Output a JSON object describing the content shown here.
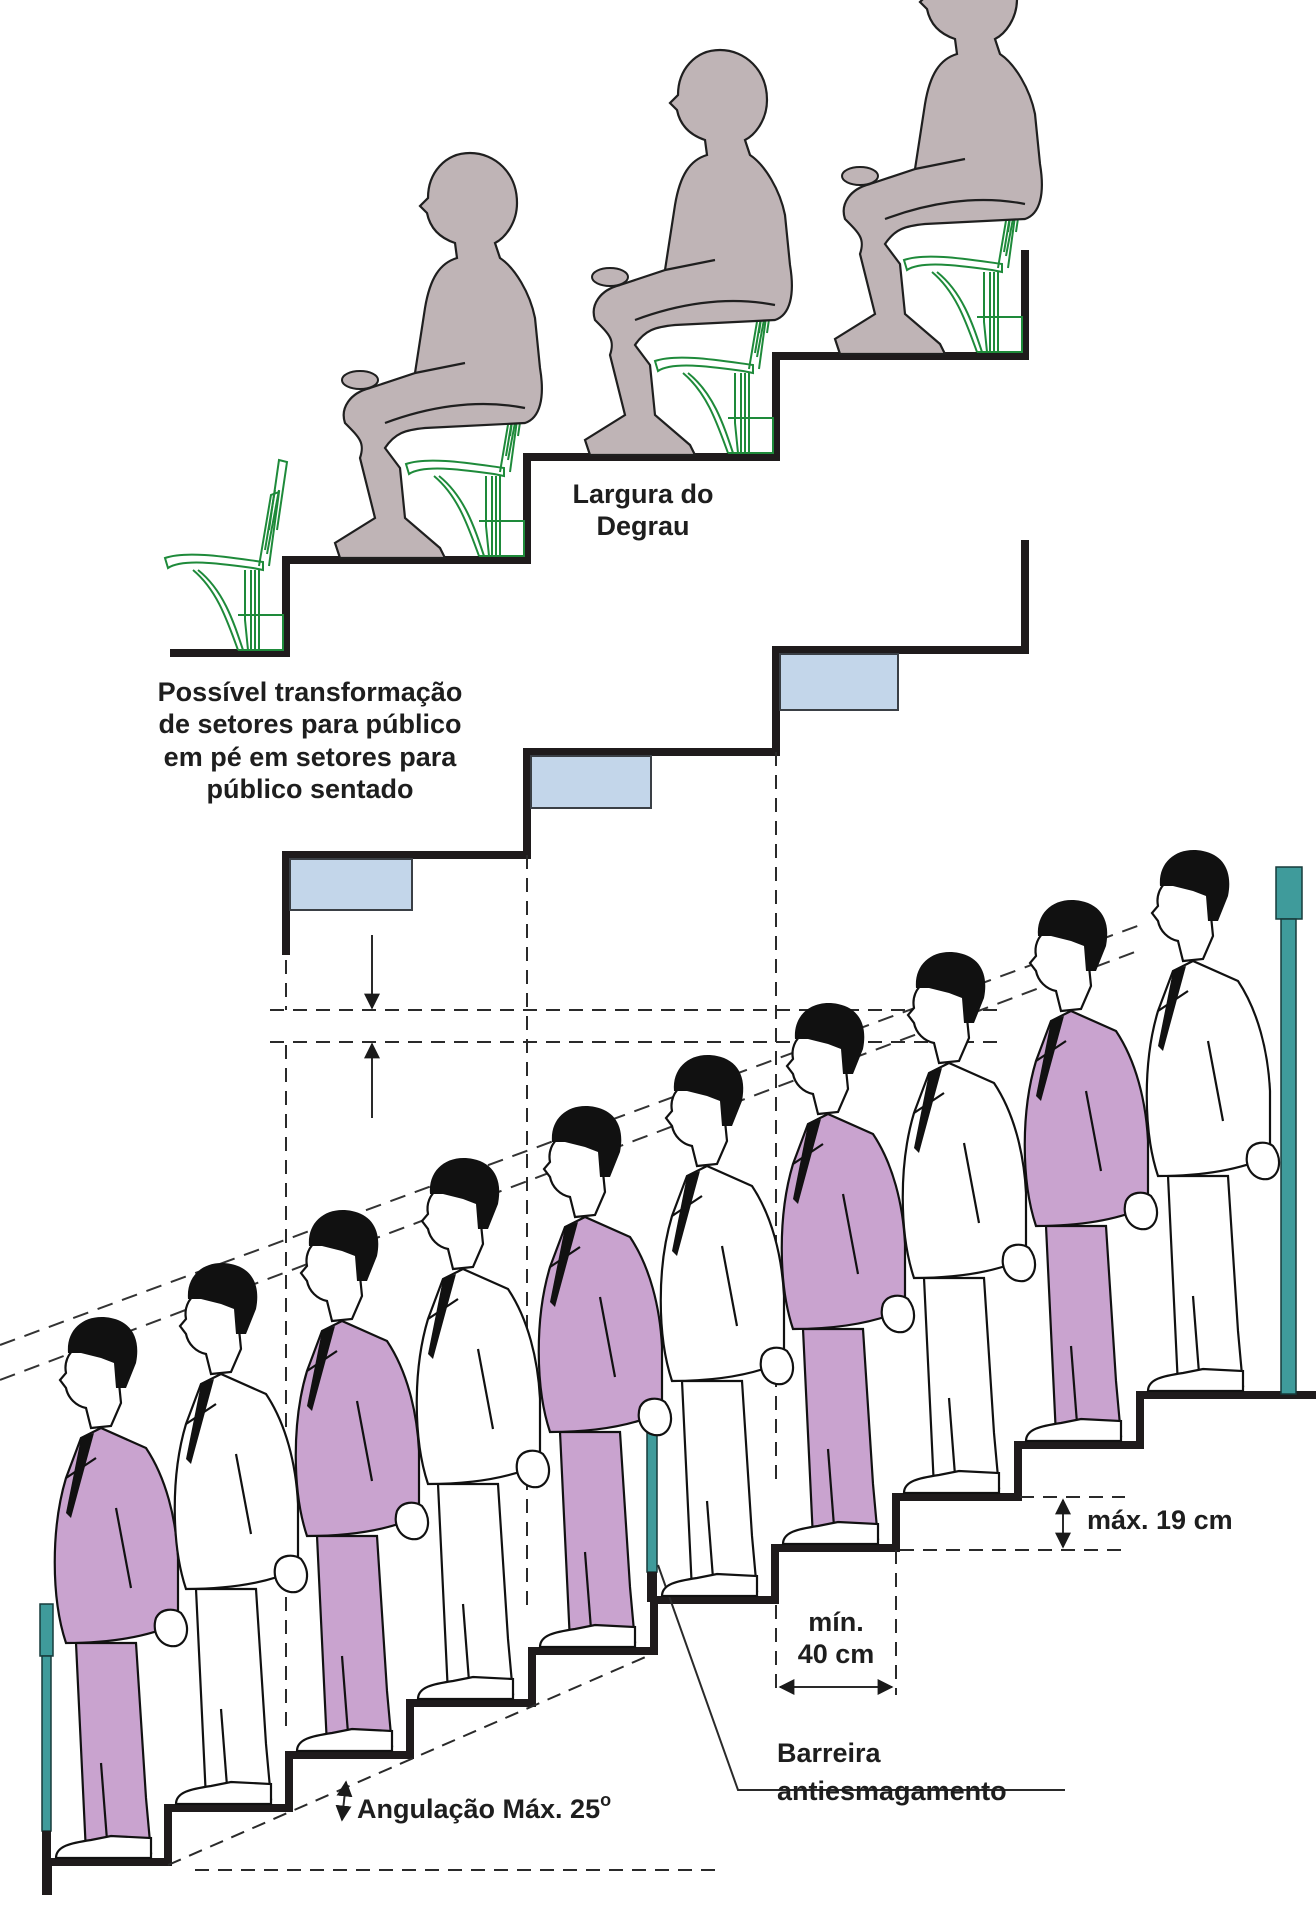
{
  "labels": {
    "step_width": [
      "Largura do",
      "Degrau"
    ],
    "conversion": [
      "Possível transformação",
      "de setores para público",
      "em pé em setores para",
      "público sentado"
    ],
    "max_riser": "máx. 19 cm",
    "min_tread": [
      "mín.",
      "40 cm"
    ],
    "barrier": [
      "Barreira",
      "antiesmagamento"
    ],
    "max_angle": "Angulação Máx. 25",
    "degree_symbol": "o"
  },
  "colors": {
    "stair": "#1f1b1c",
    "chair": "#1e8a3a",
    "seated_figure": "#bfb4b6",
    "suit_purple": "#c9a3cf",
    "suit_white": "#ffffff",
    "seat_block": "#c3d6ea",
    "barrier": "#3f9b9b"
  },
  "figures": {
    "seated_count": 3,
    "standing": [
      "purple",
      "white",
      "purple",
      "white",
      "purple",
      "white",
      "purple",
      "white",
      "purple",
      "white"
    ]
  }
}
